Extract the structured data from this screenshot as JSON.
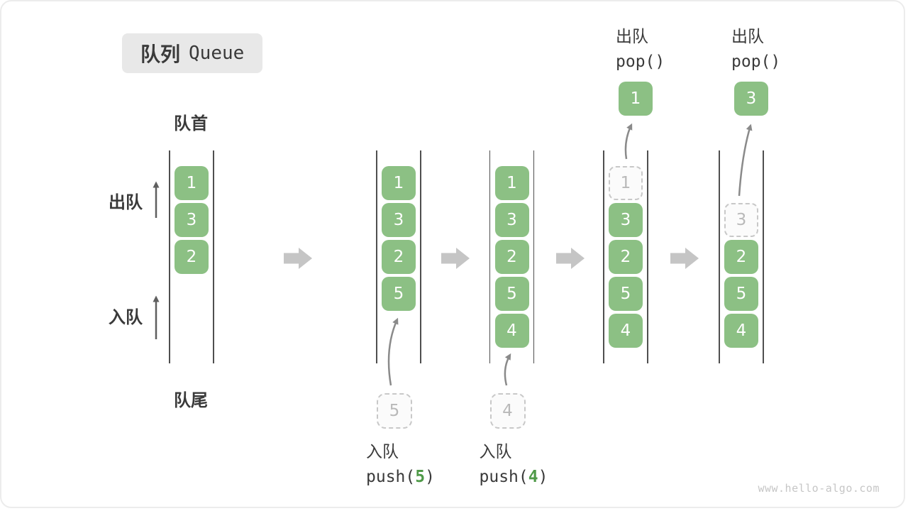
{
  "title": {
    "zh": "队列",
    "en": "Queue"
  },
  "labels": {
    "front": "队首",
    "rear": "队尾",
    "dequeue": "出队",
    "enqueue": "入队"
  },
  "watermark": "www.hello-algo.com",
  "colors": {
    "green_box": "#8cc084",
    "accent_green": "#4f9a48",
    "ghost_border": "#c8c8c8",
    "ghost_text": "#b9b9b9",
    "wall": "#4f4f4f",
    "flow_arrow": "#c5c5c5",
    "curve_arrow": "#8a8a8a",
    "up_arrow": "#5f5f5f",
    "title_bg": "#e8e8e8",
    "text": "#3a3a3a"
  },
  "states": [
    {
      "name": "initial",
      "start_row": 0,
      "cells": [
        {
          "value": "1",
          "ghost": false
        },
        {
          "value": "3",
          "ghost": false
        },
        {
          "value": "2",
          "ghost": false
        }
      ]
    },
    {
      "name": "after-push-5",
      "start_row": 0,
      "cells": [
        {
          "value": "1",
          "ghost": false
        },
        {
          "value": "3",
          "ghost": false
        },
        {
          "value": "2",
          "ghost": false
        },
        {
          "value": "5",
          "ghost": false
        }
      ],
      "staged": {
        "value": "5"
      },
      "op": {
        "position": "below",
        "label": "入队",
        "code_before": "push(",
        "code_arg": "5",
        "code_after": ")"
      }
    },
    {
      "name": "after-push-4",
      "start_row": 0,
      "cells": [
        {
          "value": "1",
          "ghost": false
        },
        {
          "value": "3",
          "ghost": false
        },
        {
          "value": "2",
          "ghost": false
        },
        {
          "value": "5",
          "ghost": false
        },
        {
          "value": "4",
          "ghost": false
        }
      ],
      "staged": {
        "value": "4"
      },
      "op": {
        "position": "below",
        "label": "入队",
        "code_before": "push(",
        "code_arg": "4",
        "code_after": ")"
      }
    },
    {
      "name": "pop-1",
      "start_row": 0,
      "cells": [
        {
          "value": "1",
          "ghost": true
        },
        {
          "value": "3",
          "ghost": false
        },
        {
          "value": "2",
          "ghost": false
        },
        {
          "value": "5",
          "ghost": false
        },
        {
          "value": "4",
          "ghost": false
        }
      ],
      "popped": {
        "value": "1"
      },
      "op": {
        "position": "above",
        "label": "出队",
        "code_before": "pop(",
        "code_arg": "",
        "code_after": ")"
      }
    },
    {
      "name": "pop-3",
      "start_row": 1,
      "cells": [
        {
          "value": "3",
          "ghost": true
        },
        {
          "value": "2",
          "ghost": false
        },
        {
          "value": "5",
          "ghost": false
        },
        {
          "value": "4",
          "ghost": false
        }
      ],
      "popped": {
        "value": "3"
      },
      "op": {
        "position": "above",
        "label": "出队",
        "code_before": "pop(",
        "code_arg": "",
        "code_after": ")"
      }
    }
  ]
}
